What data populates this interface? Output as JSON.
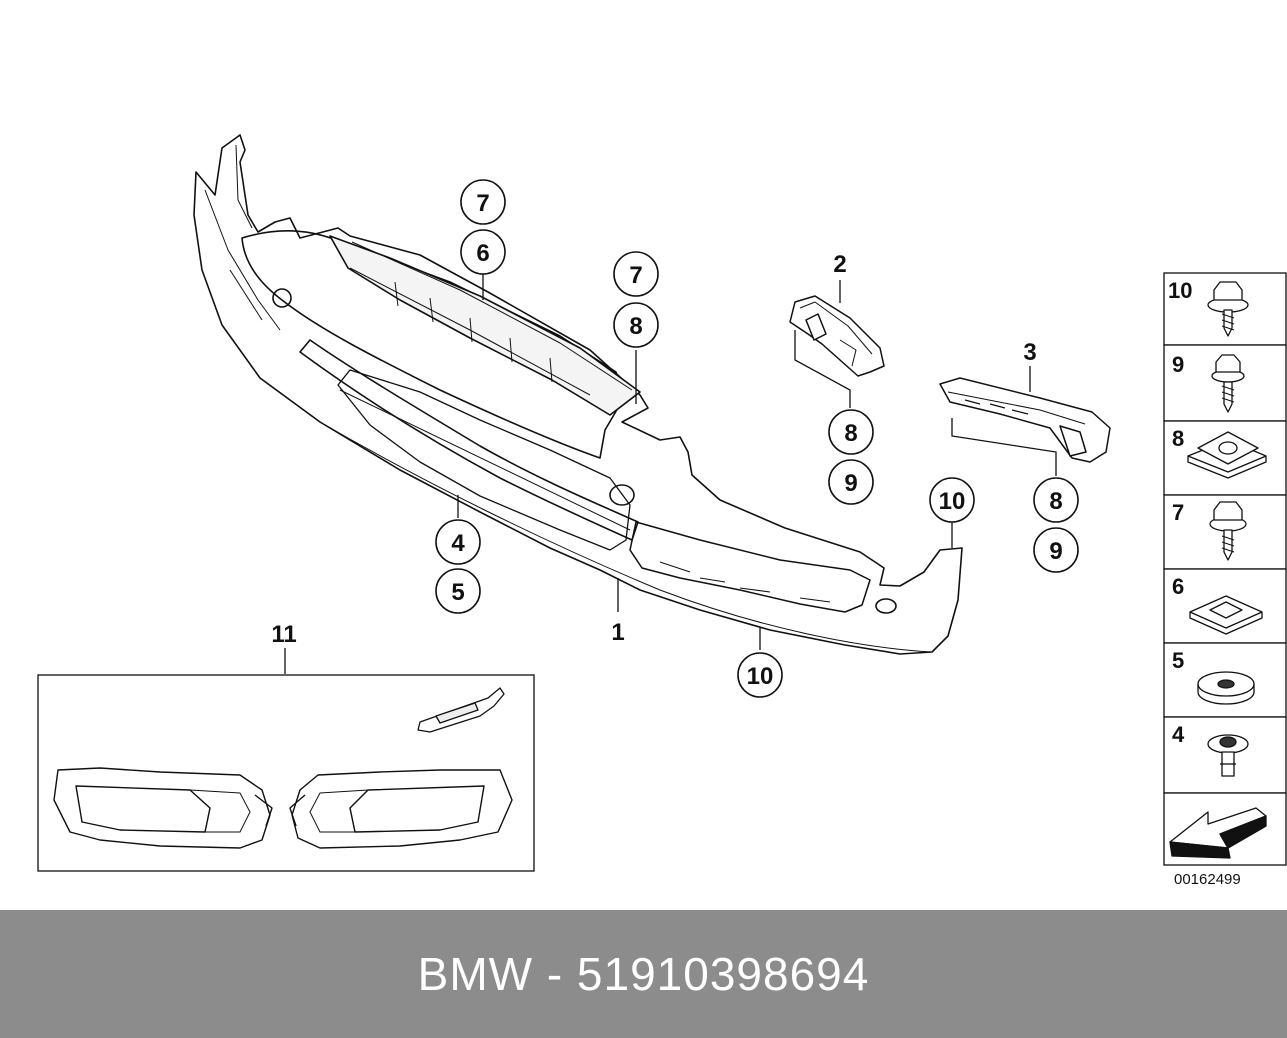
{
  "diagram": {
    "callouts": {
      "c7a": "7",
      "c6": "6",
      "c7b": "7",
      "c8a": "8",
      "c2": "2",
      "c8b": "8",
      "c9a": "9",
      "c3": "3",
      "c8c": "8",
      "c9b": "9",
      "c10a": "10",
      "c4": "4",
      "c5": "5",
      "c1": "1",
      "c10b": "10",
      "c11": "11"
    },
    "legend": [
      "10",
      "9",
      "8",
      "7",
      "6",
      "5",
      "4"
    ],
    "reference_code": "00162499"
  },
  "footer": {
    "text": "BMW - 51910398694",
    "background": "#8c8c8c"
  },
  "icons": {
    "legend_bolt": "hex-bolt-icon",
    "legend_screw": "screw-icon",
    "legend_clip": "clip-nut-icon",
    "legend_nut": "square-nut-icon",
    "legend_washer": "washer-icon",
    "legend_rivet": "rivet-icon",
    "direction": "direction-arrow-icon"
  }
}
